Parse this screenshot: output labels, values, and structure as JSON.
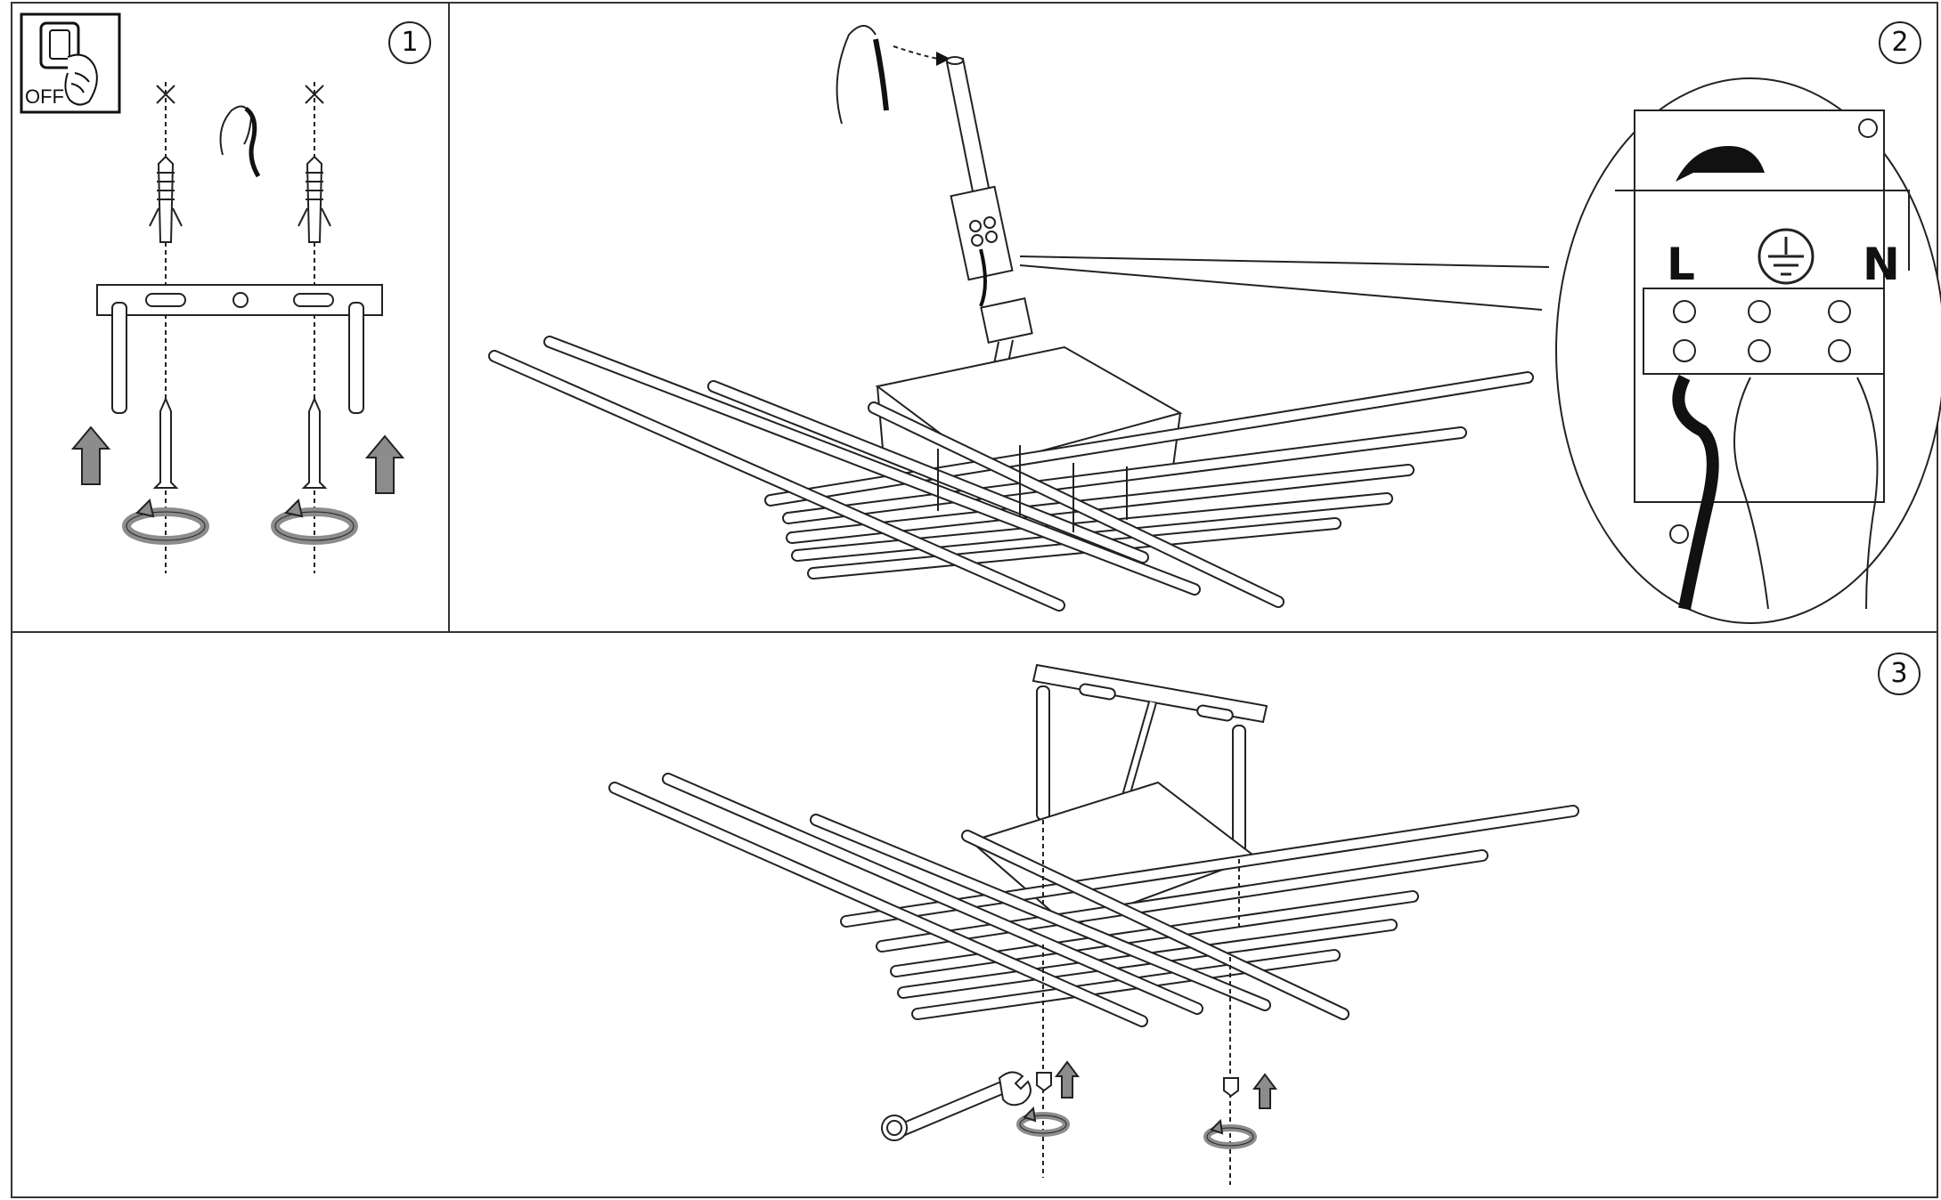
{
  "steps": {
    "step_1": {
      "number": "1",
      "switch_label": "OFF"
    },
    "step_2": {
      "number": "2",
      "terminals": {
        "live": "L",
        "neutral": "N"
      }
    },
    "step_3": {
      "number": "3"
    }
  },
  "colors": {
    "line": "#222222",
    "arrow_fill": "#8c8c8c",
    "paper": "#ffffff"
  },
  "icons": [
    "power-switch-off-icon",
    "ground-symbol-icon",
    "up-arrow-icon",
    "rotate-arrow-icon",
    "wrench-icon"
  ]
}
